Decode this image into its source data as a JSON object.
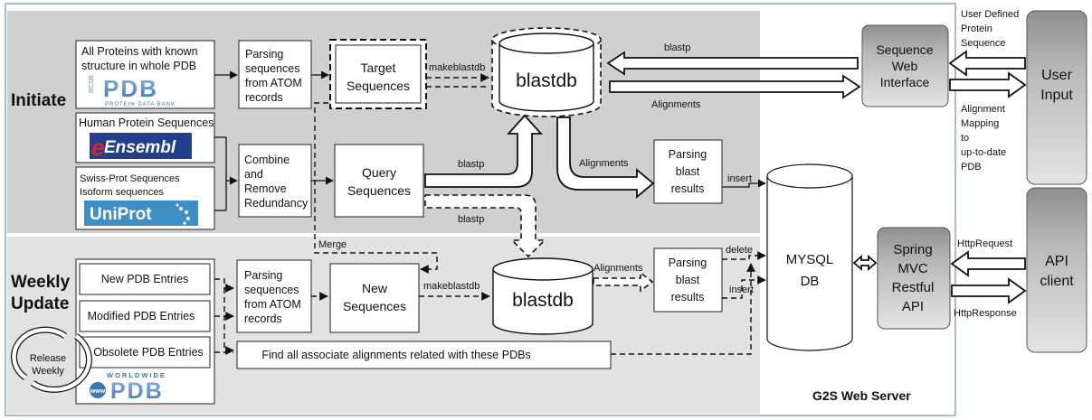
{
  "sections": {
    "initiate": "Initiate",
    "weekly_update": [
      "Weekly",
      "Update"
    ],
    "server_label": "G2S Web Server"
  },
  "sources": {
    "pdb_all": [
      "All Proteins with known",
      "structure in whole PDB"
    ],
    "human": "Human Protein Sequences",
    "swiss": [
      "Swiss-Prot Sequences",
      "Isoform sequences"
    ],
    "new_pdb": "New PDB Entries",
    "modified_pdb": "Modified PDB Entries",
    "obsolete_pdb": "Obsolete PDB Entries",
    "release_weekly": [
      "Release",
      "Weekly"
    ]
  },
  "logos": {
    "rcsb_small": "RCSB",
    "pdb": "PDB",
    "pdb_sub": "PROTEIN DATA BANK",
    "ensembl": "Ensembl",
    "uniprot": "UniProt",
    "wwpdb_top": "WORLDWIDE",
    "wwpdb_badge": "www"
  },
  "process": {
    "parse_atom_1": [
      "Parsing",
      "sequences",
      "from ATOM",
      "records"
    ],
    "combine": [
      "Combine",
      "and",
      "Remove",
      "Redundancy"
    ],
    "target_seq": [
      "Target",
      "Sequences"
    ],
    "query_seq": [
      "Query",
      "Sequences"
    ],
    "blastdb_1": "blastdb",
    "parse_blast_1": [
      "Parsing",
      "blast",
      "results"
    ],
    "parse_atom_2": [
      "Parsing",
      "sequences",
      "from ATOM",
      "records"
    ],
    "new_seq": [
      "New",
      "Sequences"
    ],
    "blastdb_2": "blastdb",
    "parse_blast_2": [
      "Parsing",
      "blast",
      "results"
    ],
    "find_assoc": "Find all associate alignments related with these PDBs",
    "mysql": [
      "MYSQL",
      "DB"
    ],
    "seq_web": [
      "Sequence",
      "Web",
      "Interface"
    ],
    "spring": [
      "Spring",
      "MVC",
      "Restful",
      "API"
    ],
    "user_input": [
      "User",
      "Input"
    ],
    "api_client": [
      "API",
      "client"
    ]
  },
  "edges": {
    "makeblastdb_1": "makeblastdb",
    "blastp_query": "blastp",
    "blastp_down": "blastp",
    "alignments_1": "Alignments",
    "insert_1": "insert",
    "merge": "Merge",
    "makeblastdb_2": "makeblastdb",
    "alignments_2": "Alignments",
    "delete": "delete",
    "insert_2": "insert",
    "blastp_web": "blastp",
    "alignments_web": "Alignments",
    "user_defined": [
      "User Defined",
      "Protein",
      "Sequence"
    ],
    "alignment_mapping": [
      "Alignment",
      "Mapping",
      "to",
      "up-to-date",
      "PDB"
    ],
    "http_request": "HttpRequest",
    "http_response": "HttpResponse"
  },
  "colors": {
    "initiate_bg": "#d0d0d0",
    "weekly_bg": "#e2e2e2",
    "actor_fill": "#a9a9a9",
    "pdb_blue": "#5b8fc9",
    "ensembl_bg": "#233e8a",
    "ensembl_e": "#d8262e",
    "uniprot_bg": "#3e8fc6",
    "server_frame": "#6d8fb3"
  }
}
